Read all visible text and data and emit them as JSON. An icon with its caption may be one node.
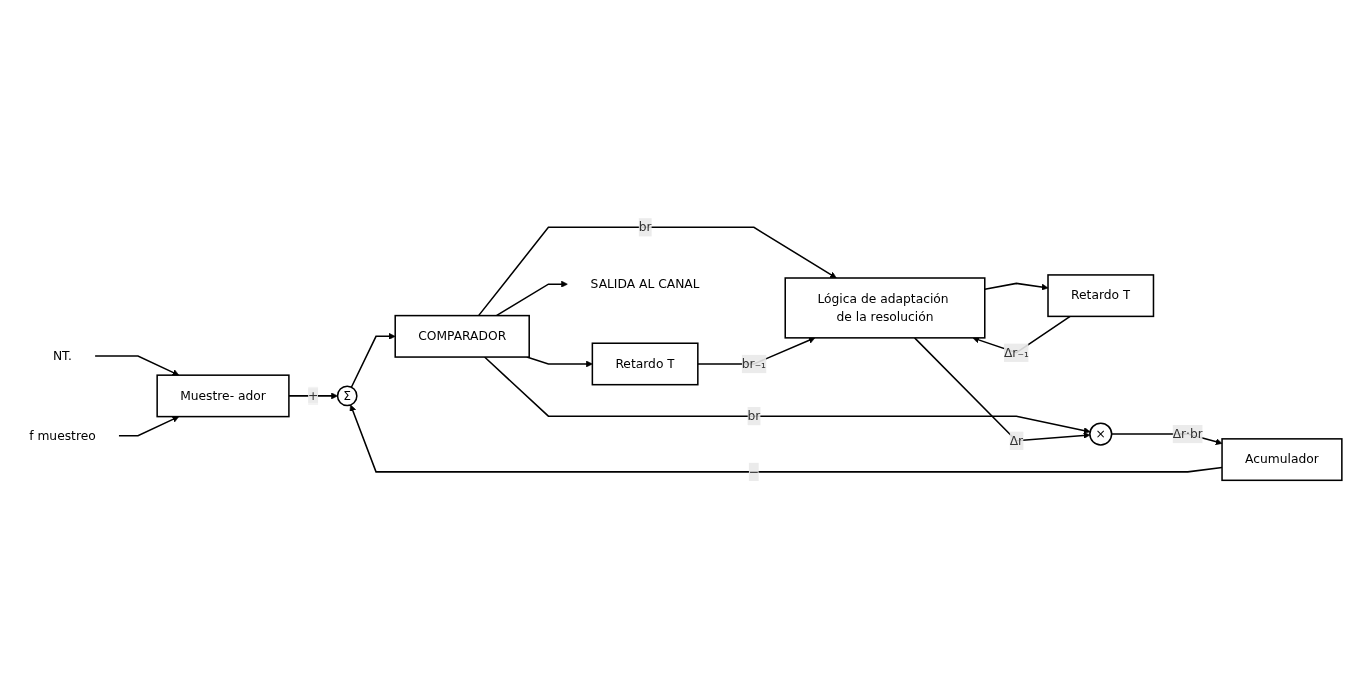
{
  "diagram": {
    "nodes": [
      {
        "text": [
          "NT."
        ]
      },
      {
        "text": [
          "Muestre- ador"
        ]
      },
      {
        "text": [
          "f muestreo"
        ]
      },
      {
        "text": [
          "Σ"
        ]
      },
      {
        "text": [
          "COMPARADOR"
        ]
      },
      {
        "text": [
          "Retardo T"
        ]
      },
      {
        "text": [
          "Lógica de adaptación de la resolución"
        ]
      },
      {
        "text": [
          "Retardo T"
        ]
      },
      {
        "text": [
          "Acumulador"
        ]
      },
      {
        "text": [
          "×"
        ]
      },
      {
        "text": [
          "SALIDA AL CANAL"
        ]
      }
    ],
    "edges": [
      {
        "from": 0,
        "to": 1,
        "arrow": "to"
      },
      {
        "from": 2,
        "to": 1,
        "arrow": "to"
      },
      {
        "from": 1,
        "to": 3,
        "arrow": "to",
        "label": "+"
      },
      {
        "from": 8,
        "to": 3,
        "arrow": "to",
        "label": "−"
      },
      {
        "from": 3,
        "to": 4,
        "arrow": "to"
      },
      {
        "from": 4,
        "to": 10,
        "arrow": "to"
      },
      {
        "from": 4,
        "to": 6,
        "arrow": "to",
        "label": "br"
      },
      {
        "from": 4,
        "to": 5,
        "arrow": "to"
      },
      {
        "from": 4,
        "to": 9,
        "arrow": "to",
        "label": "br"
      },
      {
        "from": 5,
        "to": 6,
        "arrow": "to",
        "label": "br₋₁"
      },
      {
        "from": 7,
        "to": 6,
        "arrow": "to",
        "label": "Δr₋₁"
      },
      {
        "from": 6,
        "to": 9,
        "arrow": "to",
        "label": "Δr"
      },
      {
        "from": 6,
        "to": 7,
        "arrow": "to"
      },
      {
        "from": 9,
        "to": 8,
        "arrow": "to",
        "label": "Δr·br"
      }
    ]
  }
}
